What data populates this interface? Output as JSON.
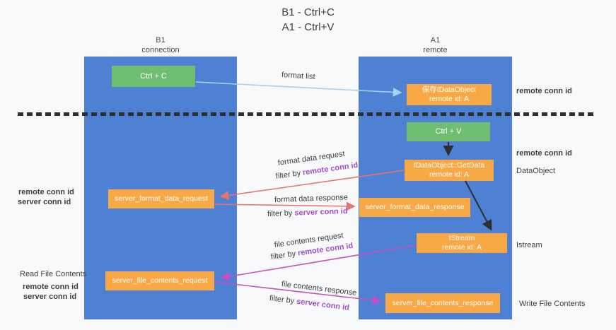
{
  "title": {
    "line1": "B1 - Ctrl+C",
    "line2": "A1 - Ctrl+V"
  },
  "lifelines": {
    "left": {
      "title": "B1",
      "subtitle": "connection"
    },
    "right": {
      "title": "A1",
      "subtitle": "remote"
    }
  },
  "nodes": {
    "ctrl_c": {
      "label": "Ctrl + C"
    },
    "ctrl_v": {
      "label": "Ctrl + V"
    },
    "save_idataobject": {
      "line1": "保存IDataObject",
      "line2": "remote id: A"
    },
    "getdata": {
      "line1": "IDataObject::GetData",
      "line2": "remote id: A"
    },
    "istream": {
      "line1": "IStream",
      "line2": "remote id: A"
    },
    "format_request": {
      "label": "server_format_data_request"
    },
    "format_response": {
      "label": "server_format_data_response"
    },
    "file_request": {
      "label": "server_file_contents_request"
    },
    "file_response": {
      "label": "server_file_contents_response"
    }
  },
  "edge_labels": {
    "format_list": "format list",
    "format_data_request": "format data request",
    "format_data_response": "format data response",
    "file_contents_request": "file contents request",
    "file_contents_response": "file contents response",
    "filter_by": "filter by",
    "remote_conn_id": "remote conn id",
    "server_conn_id": "server conn id"
  },
  "annotations": {
    "remote_conn_id": "remote conn id",
    "server_conn_id": "server conn id",
    "dataobject": "DataObject",
    "istream": "Istream",
    "read_file_contents": "Read File Contents",
    "write_file_contents": "Write File Contents"
  },
  "colors": {
    "lifeline_blue": "#4e80d4",
    "node_green": "#6fbe72",
    "node_orange": "#f8a844",
    "arrow_light_blue": "#a8d2f2",
    "arrow_red": "#e9736e",
    "arrow_magenta": "#c94ec0",
    "arrow_black": "#2f2f2f",
    "text_purple": "#a14fce",
    "text_green": "#57a757",
    "text_dark": "#3d3d3d"
  }
}
